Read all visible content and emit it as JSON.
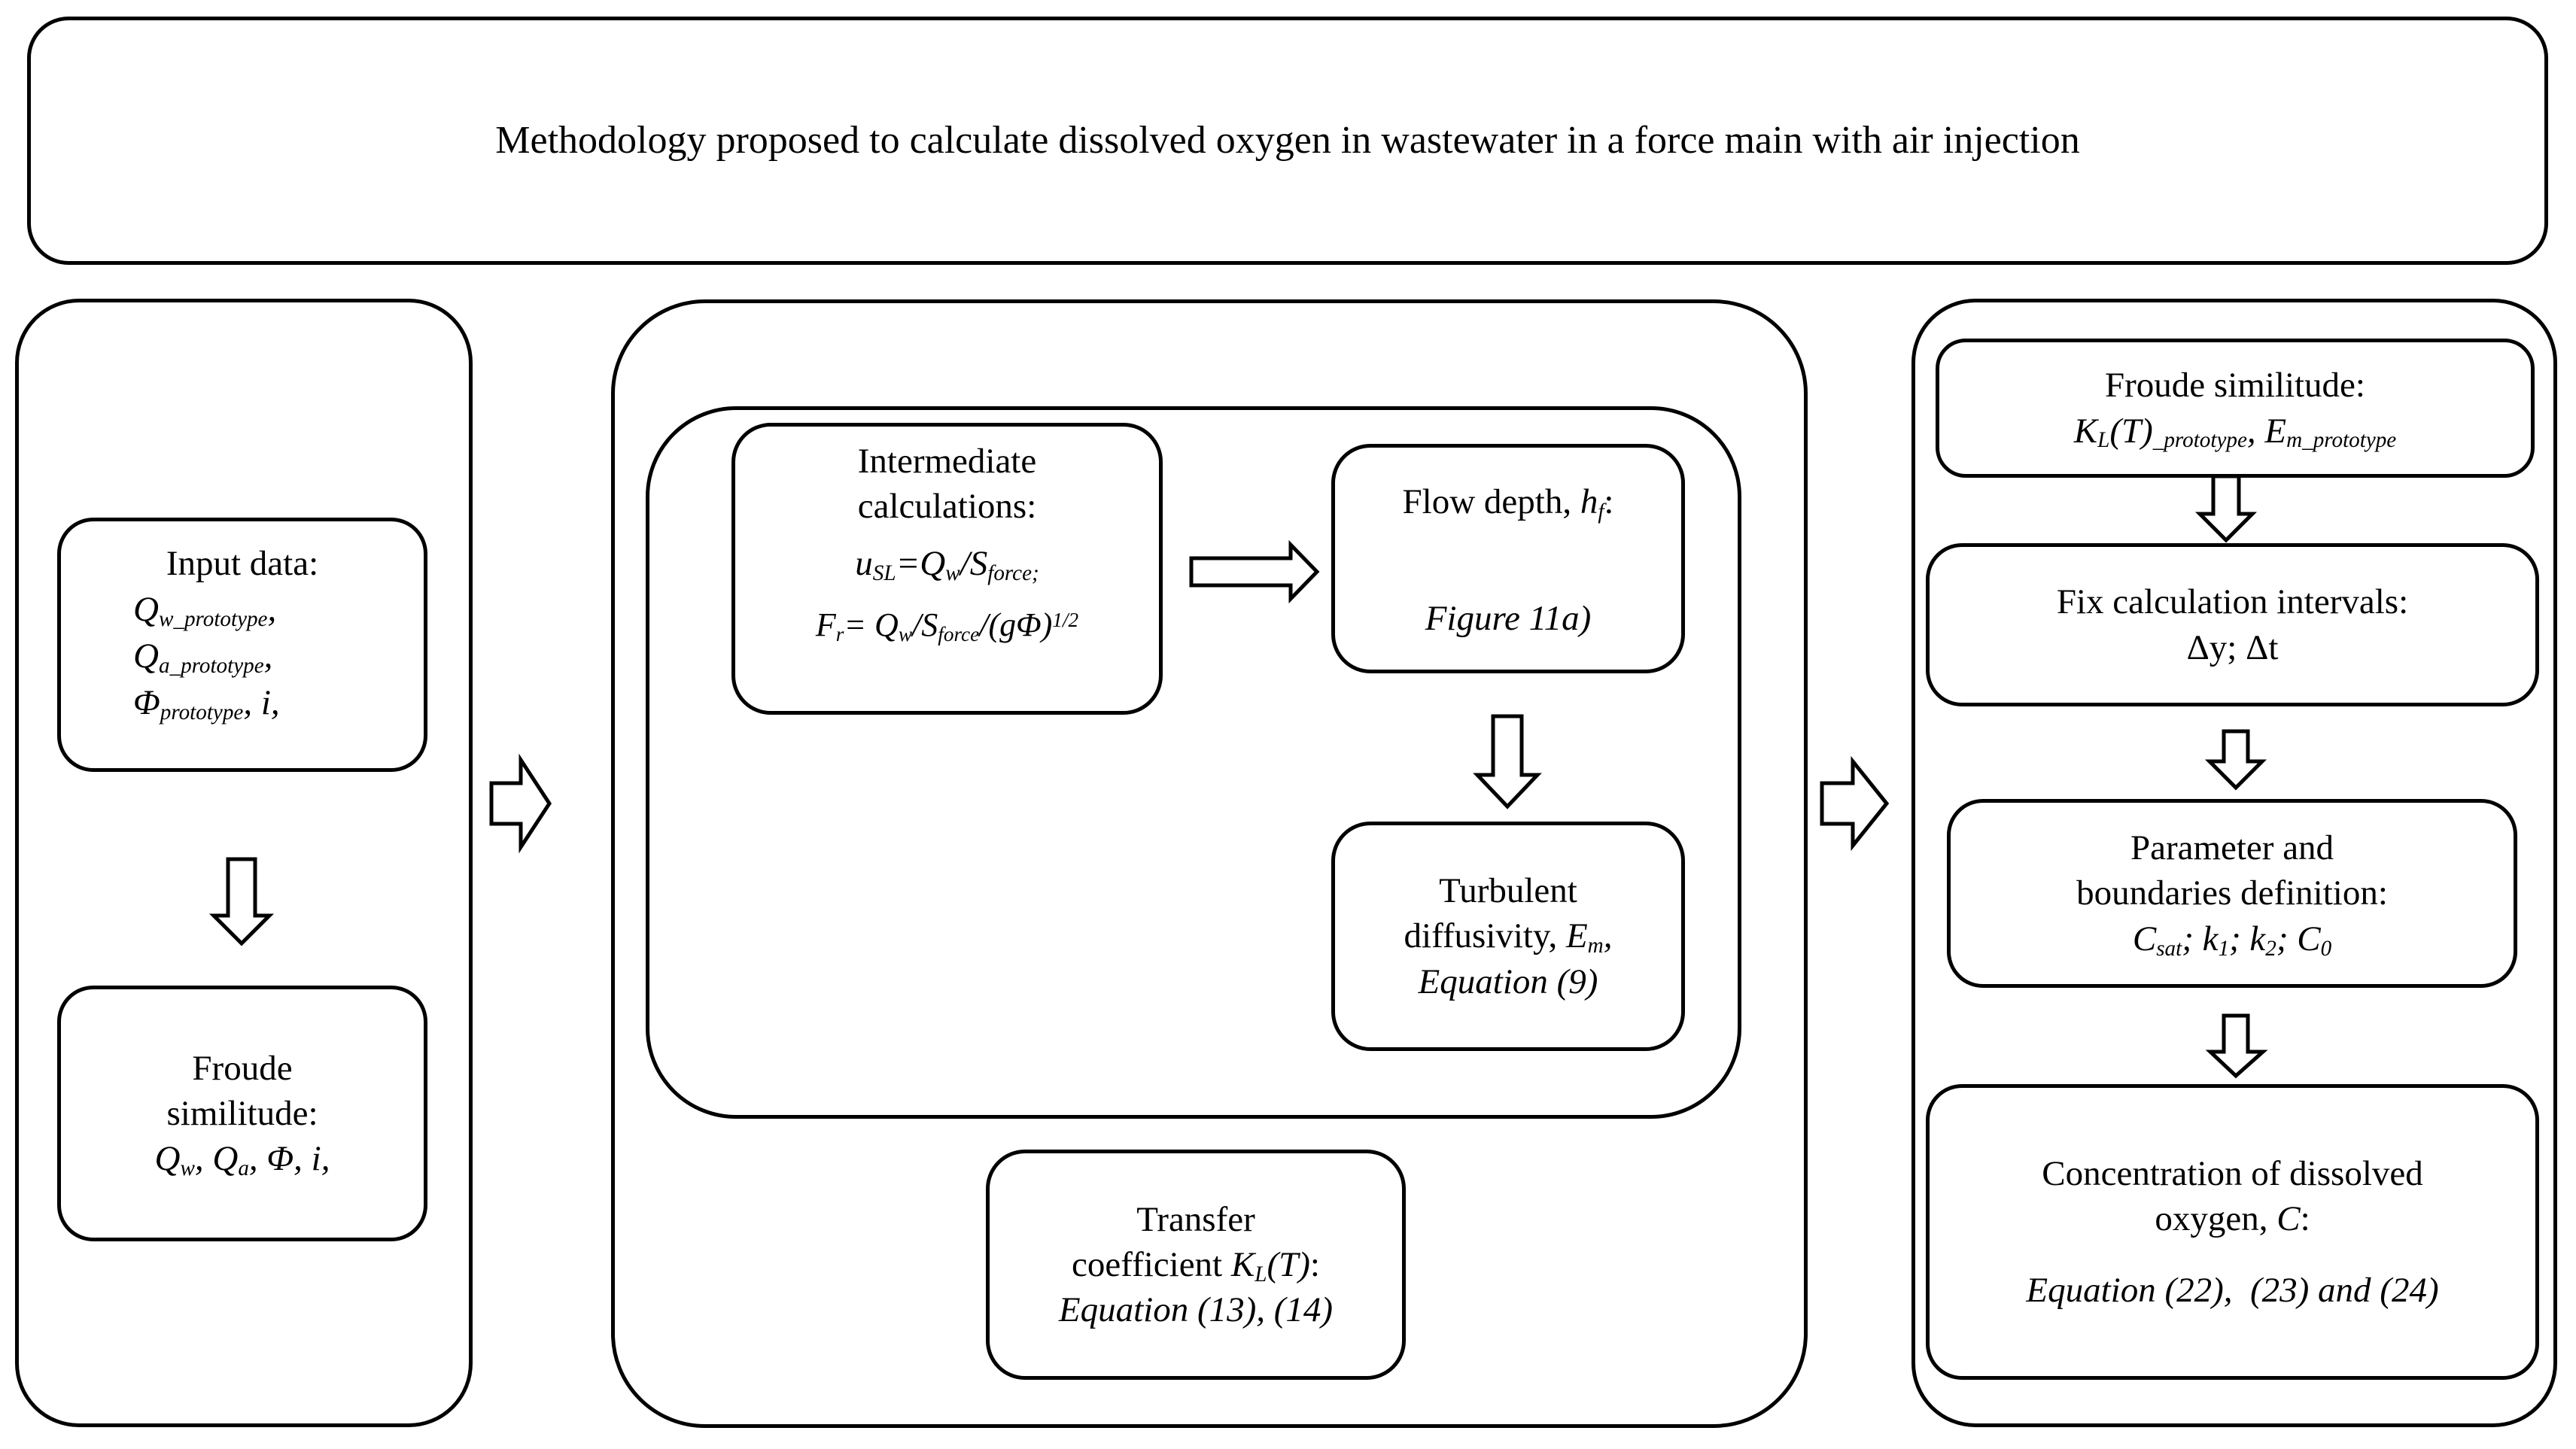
{
  "title": "Methodology proposed to calculate dissolved oxygen in wastewater in a force main with air injection",
  "diagram": {
    "left": {
      "input_box": {
        "heading": "Input data:",
        "lines_html": [
          "<i>Q<sub>w_prototype</sub>,</i>",
          "<i>Q<sub>a_prototype</sub>,</i>",
          "<i>&#934;<sub>prototype</sub>, i,</i>"
        ]
      },
      "froude_box": {
        "lines_html": [
          "Froude",
          "similitude:",
          "<i>Q<sub>w</sub>, Q<sub>a</sub>, &#934;, i,</i>"
        ]
      }
    },
    "middle": {
      "intermediate_box": {
        "lines_html": [
          "Intermediate",
          "calculations:",
          "<i>u<sub>SL</sub>=Q<sub>w</sub>/S<sub>force;</sub></i>",
          "<i>F<sub>r</sub>= Q<sub>w</sub>/S<sub>force</sub>/(g&#934;)<sup>1/2</sup></i>"
        ]
      },
      "flow_depth_box": {
        "lines_html": [
          "Flow depth, <i>h<sub>f</sub></i>:",
          "<i>Figure 11a)</i>"
        ]
      },
      "turbulent_box": {
        "lines_html": [
          "Turbulent",
          "diffusivity, <i>E<sub>m</sub>,</i>",
          "<i>Equation (9)</i>"
        ]
      },
      "transfer_box": {
        "lines_html": [
          "Transfer",
          "coefficient <i>K<sub>L</sub>(T)</i>:",
          "<i>Equation (13), (14)</i>"
        ]
      }
    },
    "right": {
      "froude_box": {
        "lines_html": [
          "Froude similitude:",
          "<i>K<sub>L</sub>(T)<sub>_prototype</sub>, E<sub>m_prototype</sub></i>"
        ]
      },
      "fix_box": {
        "lines_html": [
          "Fix calculation intervals:",
          "&#916;y; &#916;t"
        ]
      },
      "param_box": {
        "lines_html": [
          "Parameter and",
          "boundaries definition:",
          "<i>C<sub>sat</sub>; k<sub>1</sub>; k<sub>2</sub>; C<sub>0</sub></i>"
        ]
      },
      "conc_box": {
        "lines_html": [
          "Concentration of dissolved",
          "oxygen, <i>C</i>:",
          "<i>Equation (22),&nbsp; (23) and (24)</i>"
        ]
      }
    },
    "arrows": [
      {
        "name": "input-to-froude",
        "direction": "down"
      },
      {
        "name": "left-to-middle",
        "direction": "right"
      },
      {
        "name": "intermediate-to-flow-depth",
        "direction": "right"
      },
      {
        "name": "flow-depth-to-turbulent",
        "direction": "down"
      },
      {
        "name": "middle-to-right",
        "direction": "right"
      },
      {
        "name": "froude-to-intervals",
        "direction": "down"
      },
      {
        "name": "intervals-to-parameters",
        "direction": "down"
      },
      {
        "name": "parameters-to-concentration",
        "direction": "down"
      }
    ],
    "colors": {
      "ink": "#000000",
      "background": "#ffffff"
    }
  }
}
